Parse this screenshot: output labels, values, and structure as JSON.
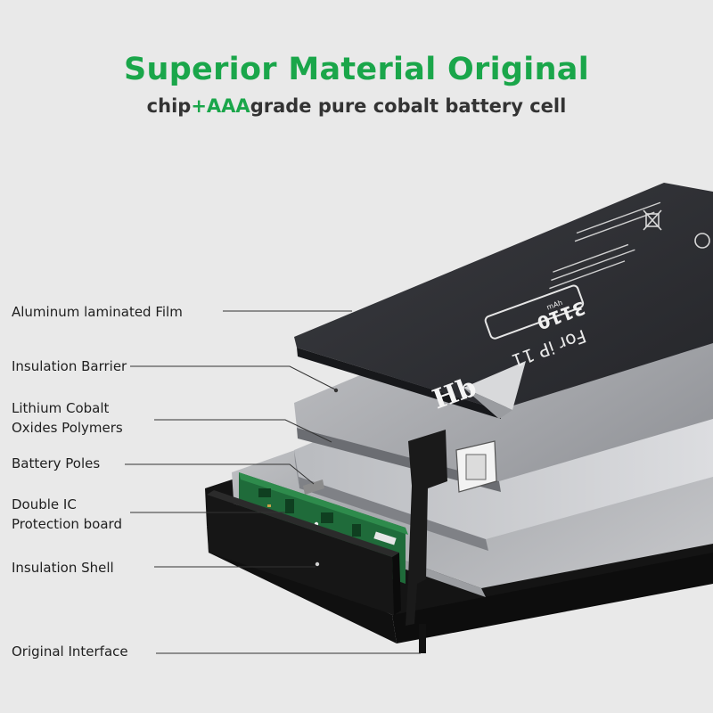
{
  "header": {
    "title": "Superior Material Original",
    "subtitle_prefix": "chip",
    "subtitle_plus": "+",
    "subtitle_accent": "AAA",
    "subtitle_suffix": "grade pure cobalt battery cell"
  },
  "labels": {
    "aluminum_film": "Aluminum laminated Film",
    "insulation_barrier": "Insulation Barrier",
    "lithium_line1": "Lithium Cobalt",
    "lithium_line2": "Oxides Polymers",
    "battery_poles": "Battery Poles",
    "double_ic_line1": "Double IC",
    "double_ic_line2": "Protection board",
    "insulation_shell": "Insulation Shell",
    "original_interface": "Original Interface"
  },
  "battery_print": {
    "capacity": "3110",
    "unit": "mAh",
    "model": "For iP 11",
    "brand_mark": "Hb"
  },
  "colors": {
    "accent": "#1aa64a",
    "text": "#1f1f1f",
    "film": "#2e2f33",
    "shell": "#1c1c1c"
  }
}
